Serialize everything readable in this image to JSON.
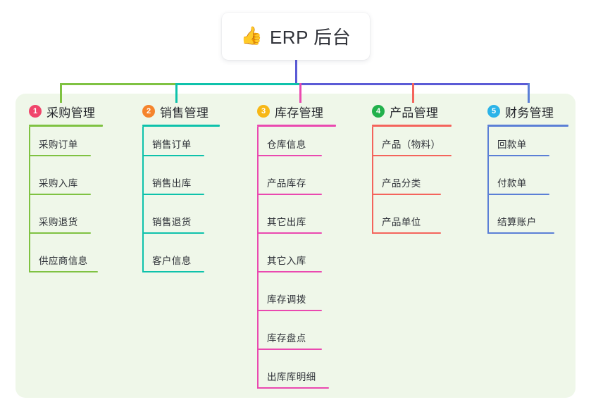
{
  "diagram": {
    "type": "tree-mindmap",
    "root": {
      "icon": "thumbs-up-icon",
      "icon_glyph": "👍",
      "label": "ERP 后台"
    },
    "panel_background": "#eff7e9",
    "page_background": "#ffffff",
    "trunk_color": "#5b5bd6",
    "connector_segments": [
      {
        "name": "segment-green",
        "color": "#7fc242"
      },
      {
        "name": "segment-teal",
        "color": "#0ec2ab"
      },
      {
        "name": "segment-blue",
        "color": "#5b5bd6"
      }
    ],
    "columns": [
      {
        "index": "1",
        "title": "采购管理",
        "badge_color": "#f0456b",
        "accent_color": "#7fc242",
        "drop_color": "#7fc242",
        "items": [
          "采购订单",
          "采购入库",
          "采购退货",
          "供应商信息"
        ]
      },
      {
        "index": "2",
        "title": "销售管理",
        "badge_color": "#f5842c",
        "accent_color": "#0ec2ab",
        "drop_color": "#0ec2ab",
        "items": [
          "销售订单",
          "销售出库",
          "销售退货",
          "客户信息"
        ]
      },
      {
        "index": "3",
        "title": "库存管理",
        "badge_color": "#f7b716",
        "accent_color": "#ea49b0",
        "drop_color": "#ea49b0",
        "items": [
          "仓库信息",
          "产品库存",
          "其它出库",
          "其它入库",
          "库存调拨",
          "库存盘点",
          "出库库明细"
        ]
      },
      {
        "index": "4",
        "title": "产品管理",
        "badge_color": "#22b14c",
        "accent_color": "#f4645c",
        "drop_color": "#f4645c",
        "items": [
          "产品（物料）",
          "产品分类",
          "产品单位"
        ]
      },
      {
        "index": "5",
        "title": "财务管理",
        "badge_color": "#2bb3e8",
        "accent_color": "#5b7fd6",
        "drop_color": "#5b7fd6",
        "items": [
          "回款单",
          "付款单",
          "结算账户"
        ]
      }
    ]
  }
}
